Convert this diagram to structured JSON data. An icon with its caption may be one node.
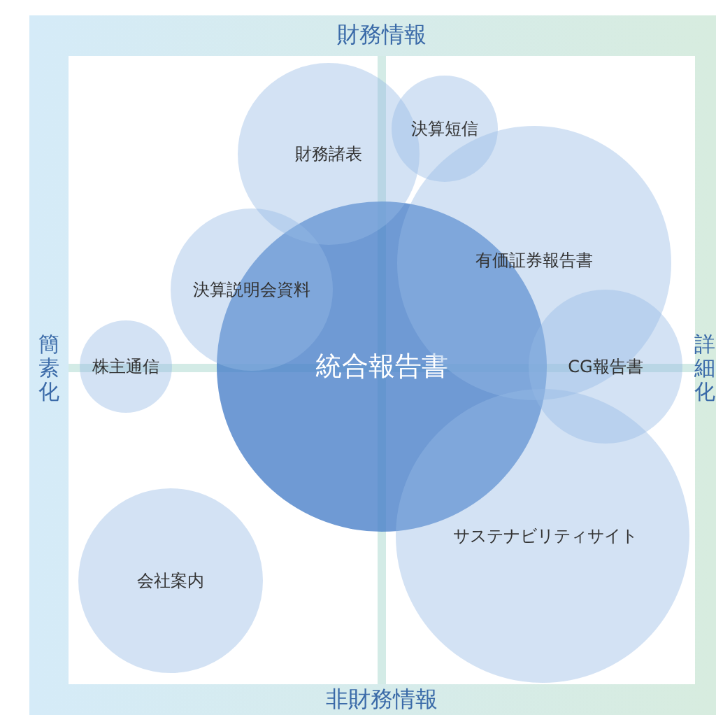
{
  "diagram": {
    "nodes": [
      {
        "text": [
          "財務諸表"
        ]
      },
      {
        "text": [
          "決算短信"
        ]
      },
      {
        "text": [
          "有価証券報告書"
        ]
      },
      {
        "text": [
          "決算説明会資料"
        ]
      },
      {
        "text": [
          "株主通信"
        ]
      },
      {
        "text": [
          "統合報告書"
        ]
      },
      {
        "text": [
          "CG報告書"
        ]
      },
      {
        "text": [
          "サステナビリティサイト"
        ]
      },
      {
        "text": [
          "会社案内"
        ]
      }
    ],
    "labels": [
      "財務情報",
      "簡素化",
      "詳細化",
      "非財務情報"
    ]
  }
}
